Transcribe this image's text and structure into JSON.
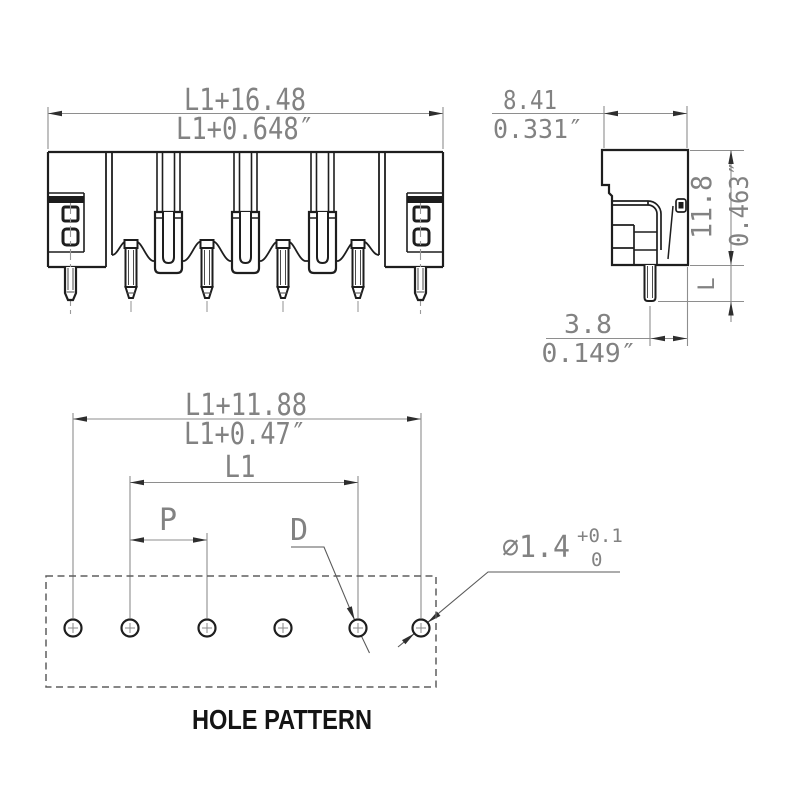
{
  "drawing": {
    "title": "HOLE PATTERN",
    "front_view": {
      "width_mm": "L1+16.48",
      "width_in": "L1+0.648″"
    },
    "side_view": {
      "depth_mm": "8.41",
      "depth_in": "0.331″",
      "height_mm": "11.8",
      "height_in": "0.463″",
      "pin_length_label": "L",
      "pin_offset_mm": "3.8",
      "pin_offset_in": "0.149″"
    },
    "hole_pattern": {
      "overall_mm": "L1+11.88",
      "overall_in": "L1+0.47″",
      "span_label": "L1",
      "pitch_label": "P",
      "hole_ref_label": "D",
      "hole_diameter": "⌀1.4",
      "tolerance_upper": "+0.1",
      "tolerance_lower": "0",
      "hole_count": 6
    }
  }
}
